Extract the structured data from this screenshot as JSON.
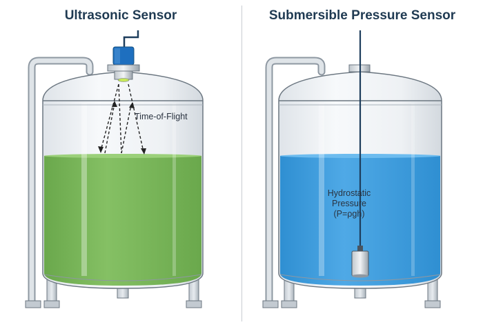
{
  "panels": [
    {
      "title": "Ultrasonic Sensor",
      "annotation": "Time-of-Flight",
      "liquid_color": "#7cb65a",
      "liquid_top_color": "#8cc46a",
      "sensor_color": "#1e6fbf"
    },
    {
      "title": "Submersible Pressure Sensor",
      "annotation_lines": [
        "Hydrostatic",
        "Pressure",
        "(P=ρgh)"
      ],
      "liquid_color": "#3b9ad9",
      "liquid_top_color": "#4aa8e4",
      "cable_color": "#1d3d5c"
    }
  ],
  "colors": {
    "tank_outline": "#6b7680",
    "tank_fill": "#eef1f4",
    "pipe": "#c9d0d6",
    "leg": "#b9c1c8",
    "title": "#1f3a52"
  }
}
